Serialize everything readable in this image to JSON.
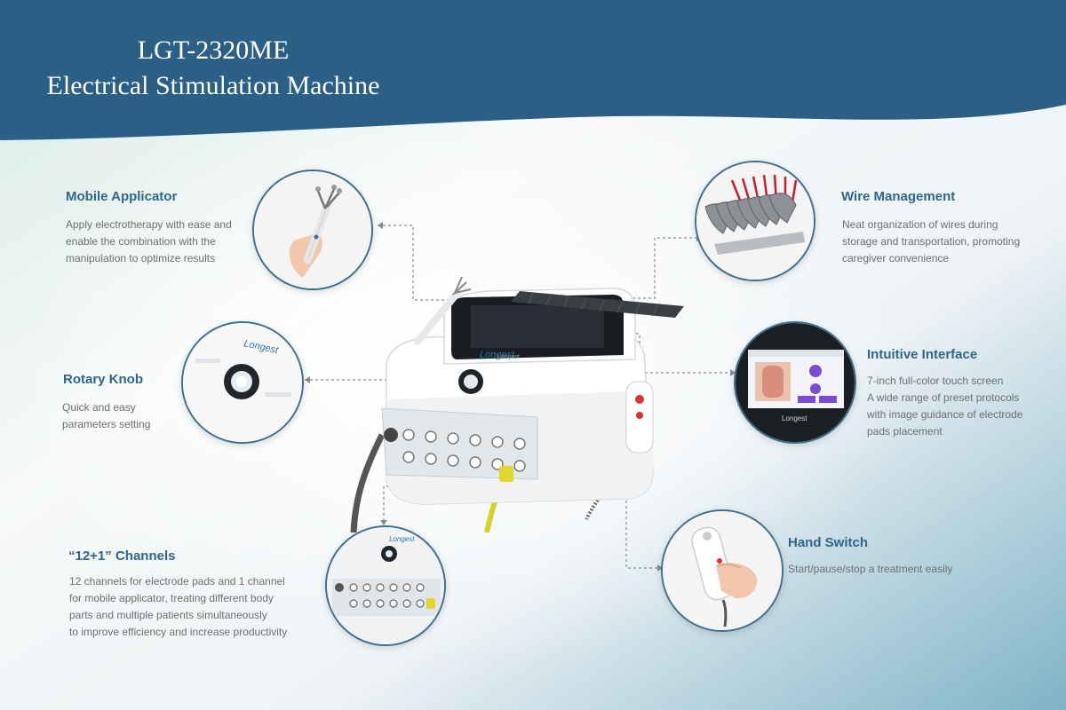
{
  "header": {
    "model": "LGT-2320ME",
    "product": "Electrical Stimulation Machine"
  },
  "brand": "Longest",
  "colors": {
    "header": "#2b5f86",
    "title_text": "#2f6688",
    "body_text": "#6e6e6e",
    "circle_border": "#3d6f8f"
  },
  "features": {
    "mobile_applicator": {
      "title": "Mobile Applicator",
      "desc": "Apply electrotherapy with ease and\nenable the combination with the\nmanipulation to optimize results"
    },
    "rotary_knob": {
      "title": "Rotary Knob",
      "desc": "Quick and easy\nparameters setting"
    },
    "channels": {
      "title": "“12+1” Channels",
      "desc": "12 channels for electrode pads and 1 channel\nfor mobile applicator, treating different body\nparts and multiple patients simultaneously\nto improve efficiency and increase productivity"
    },
    "wire_management": {
      "title": "Wire Management",
      "desc": "Neat organization of wires during\nstorage and transportation, promoting\ncaregiver convenience"
    },
    "intuitive_interface": {
      "title": "Intuitive Interface",
      "desc": "7-inch full-color touch screen\nA wide range of preset protocols\nwith image guidance of electrode\npads placement"
    },
    "hand_switch": {
      "title": "Hand Switch",
      "desc": "Start/pause/stop a treatment easily"
    }
  }
}
